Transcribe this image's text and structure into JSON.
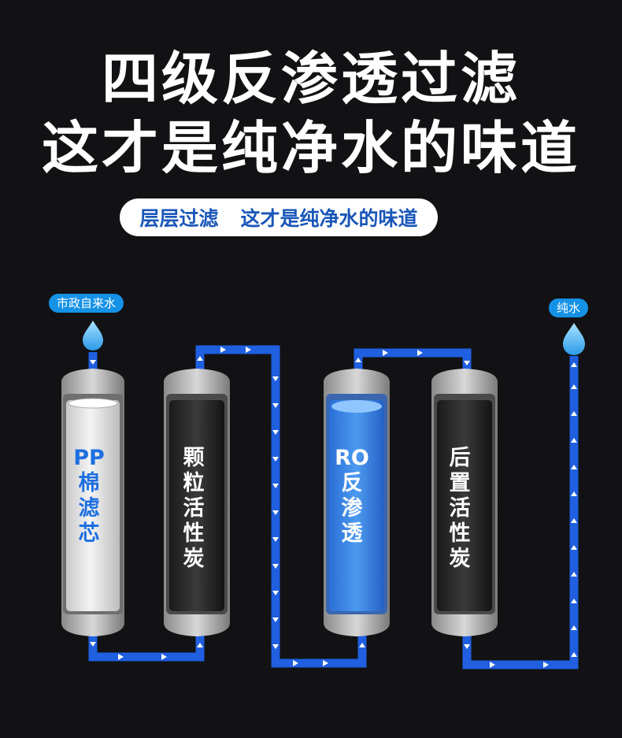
{
  "header": {
    "title_line1": "四级反渗透过滤",
    "title_line2": "这才是纯净水的味道"
  },
  "banner": {
    "part1": "层层过滤",
    "part2": "这才是纯净水的味道"
  },
  "flow": {
    "input_label": "市政自来水",
    "output_label": "纯水"
  },
  "filters": [
    {
      "lines": [
        "PP",
        "棉",
        "滤",
        "芯"
      ],
      "type": "white"
    },
    {
      "lines": [
        "颗",
        "粒",
        "活",
        "性",
        "炭"
      ],
      "type": "black"
    },
    {
      "lines": [
        "RO反",
        "渗",
        "透"
      ],
      "type": "blue"
    },
    {
      "lines": [
        "后",
        "置",
        "活",
        "性",
        "炭"
      ],
      "type": "black"
    }
  ],
  "colors": {
    "background": "#121214",
    "pipe": "#1f5fe0",
    "accent": "#1592e6",
    "pp_text": "#1e6fe0"
  }
}
